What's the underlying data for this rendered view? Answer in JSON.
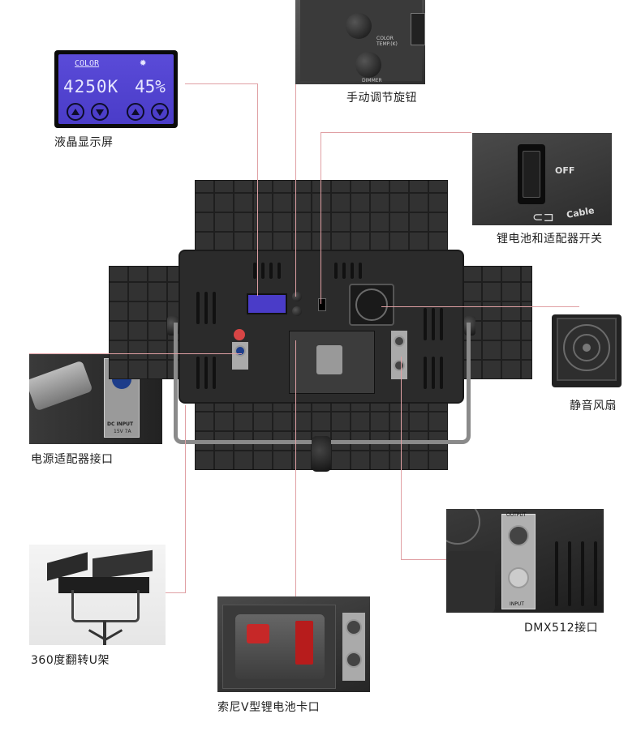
{
  "labels": {
    "lcd": "液晶显示屏",
    "knob": "手动调节旋钮",
    "switch": "锂电池和适配器开关",
    "fan": "静音风扇",
    "power": "电源适配器接口",
    "yoke": "360度翻转U架",
    "vmount": "索尼V型锂电池卡口",
    "dmx": "DMX512接口"
  },
  "lcd_screen": {
    "mode": "COLOR",
    "temp": "4250K",
    "brightness": "45%",
    "sun_icon": "sun-icon"
  },
  "knob_photo": {
    "color_temp": "COLOR\nTEMP.(K)",
    "dimmer": "DIMMER"
  },
  "switch_photo": {
    "off": "OFF",
    "cable": "Cable"
  },
  "power_photo": {
    "dc_input": "DC INPUT",
    "rating": "15V 7A"
  },
  "dmx_photo": {
    "output": "OUTPUT",
    "input": "INPUT"
  },
  "colors": {
    "leader_line": "#e0a0a4",
    "lcd_bg": "#4a3cc8",
    "panel": "#2b2b2b"
  }
}
